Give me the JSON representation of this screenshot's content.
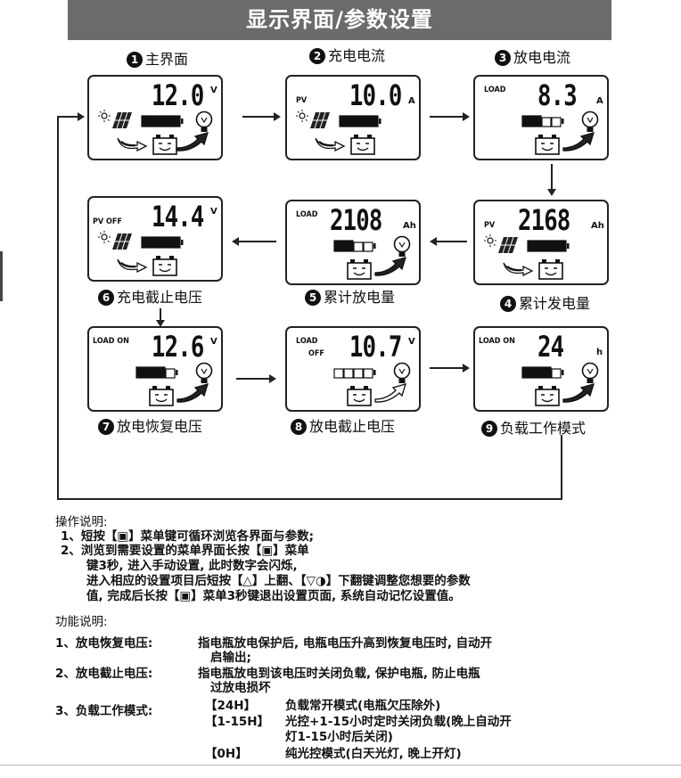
{
  "header": {
    "title": "显示界面/参数设置"
  },
  "screens": [
    {
      "id": "main",
      "num": "1",
      "caption": "主界面",
      "tag": "",
      "tag2": "",
      "value": "12.0",
      "unit": "V",
      "battery": "filled4",
      "panel": true,
      "bulb": true,
      "flow_left": true,
      "flow_right": true
    },
    {
      "id": "charge-current",
      "num": "2",
      "caption": "充电电流",
      "tag": "PV",
      "tag2": "",
      "value": "10.0",
      "unit": "A",
      "battery": "filled4",
      "panel": true,
      "bulb": false,
      "flow_left": true,
      "flow_right": false
    },
    {
      "id": "discharge-current",
      "num": "3",
      "caption": "放电电流",
      "tag": "LOAD",
      "tag2": "",
      "value": "8.3",
      "unit": "A",
      "battery": "filled2",
      "panel": false,
      "bulb": true,
      "flow_left": false,
      "flow_right": true
    },
    {
      "id": "total-generation",
      "num": "4",
      "caption": "累计发电量",
      "tag": "PV",
      "tag2": "",
      "value": "2168",
      "unit": "Ah",
      "battery": "filled4",
      "panel": true,
      "bulb": false,
      "flow_left": true,
      "flow_right": false
    },
    {
      "id": "total-discharge",
      "num": "5",
      "caption": "累计放电量",
      "tag": "LOAD",
      "tag2": "",
      "value": "2108",
      "unit": "Ah",
      "battery": "filled2",
      "panel": false,
      "bulb": true,
      "flow_left": false,
      "flow_right": true
    },
    {
      "id": "charge-cutoff",
      "num": "6",
      "caption": "充电截止电压",
      "tag": "PV OFF",
      "tag2": "",
      "value": "14.4",
      "unit": "V",
      "battery": "filled4",
      "panel": true,
      "bulb": false,
      "flow_left": true,
      "flow_right": false
    },
    {
      "id": "discharge-recover",
      "num": "7",
      "caption": "放电恢复电压",
      "tag": "LOAD ON",
      "tag2": "",
      "value": "12.6",
      "unit": "V",
      "battery": "filled3",
      "panel": false,
      "bulb": true,
      "flow_left": false,
      "flow_right": true
    },
    {
      "id": "discharge-cutoff",
      "num": "8",
      "caption": "放电截止电压",
      "tag": "LOAD",
      "tag2": "OFF",
      "value": "10.7",
      "unit": "V",
      "battery": "empty",
      "panel": false,
      "bulb": true,
      "flow_left": false,
      "flow_right": true
    },
    {
      "id": "load-mode",
      "num": "9",
      "caption": "负载工作模式",
      "tag": "LOAD ON",
      "tag2": "",
      "value": "24",
      "unit": "h",
      "battery": "filled3",
      "panel": false,
      "bulb": true,
      "flow_left": false,
      "flow_right": true
    }
  ],
  "operation": {
    "title": "操作说明:",
    "lines": [
      "1、短按【▣】菜单键可循环浏览各界面与参数;",
      "2、浏览到需要设置的菜单界面长按【▣】菜单",
      "键3秒, 进入手动设置, 此时数字会闪烁,",
      "进入相应的设置项目后短按【△】上翻、【▽◑】下翻键调整您想要的参数",
      "值, 完成后长按【▣】菜单3秒键退出设置页面, 系统自动记忆设置值。"
    ]
  },
  "function": {
    "title": "功能说明:",
    "item1_label": "1、放电恢复电压:",
    "item1_text1": "指电瓶放电保护后, 电瓶电压升高到恢复电压时, 自动开",
    "item1_text2": "启输出;",
    "item2_label": "2、放电截止电压:",
    "item2_text1": "指电瓶放电到该电压时关闭负载, 保护电瓶, 防止电瓶",
    "item2_text2": "过放电损坏",
    "item3_label": "3、负载工作模式:",
    "modes": [
      {
        "key": "【24H】",
        "desc1": "负载常开模式(电瓶欠压除外)",
        "desc2": ""
      },
      {
        "key": "【1-15H】",
        "desc1": "光控+1-15小时定时关闭负载(晚上自动开",
        "desc2": "灯1-15小时后关闭)"
      },
      {
        "key": "【0H】",
        "desc1": "纯光控模式(白天光灯, 晚上开灯)",
        "desc2": ""
      }
    ]
  }
}
